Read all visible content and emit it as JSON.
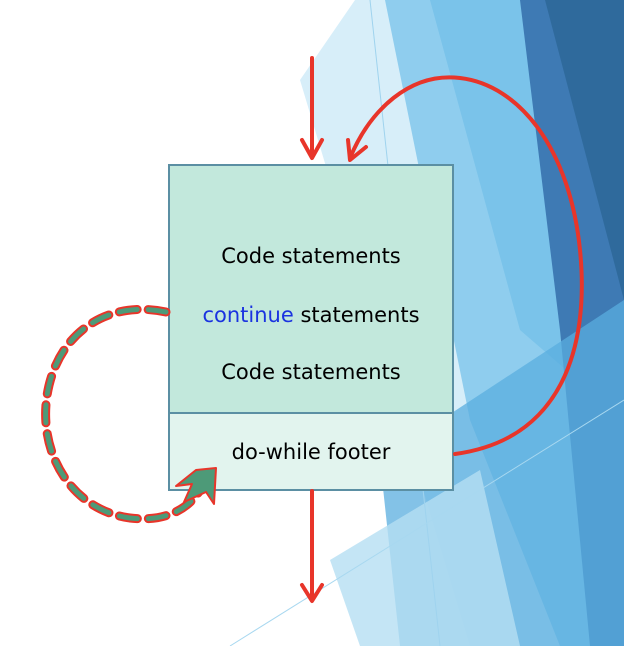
{
  "diagram": {
    "lines": {
      "code_1": "Code statements",
      "continue_keyword": "continue",
      "continue_rest": " statements",
      "code_2": "Code statements"
    },
    "footer_label": "do-while footer"
  },
  "colors": {
    "body_fill": "#c2e8dc",
    "footer_fill": "#e2f4ee",
    "box_border": "#5b8fa3",
    "flow_arrow": "#e8352a",
    "continue_arrow": "#4d9a78",
    "keyword": "#1a33e0"
  }
}
